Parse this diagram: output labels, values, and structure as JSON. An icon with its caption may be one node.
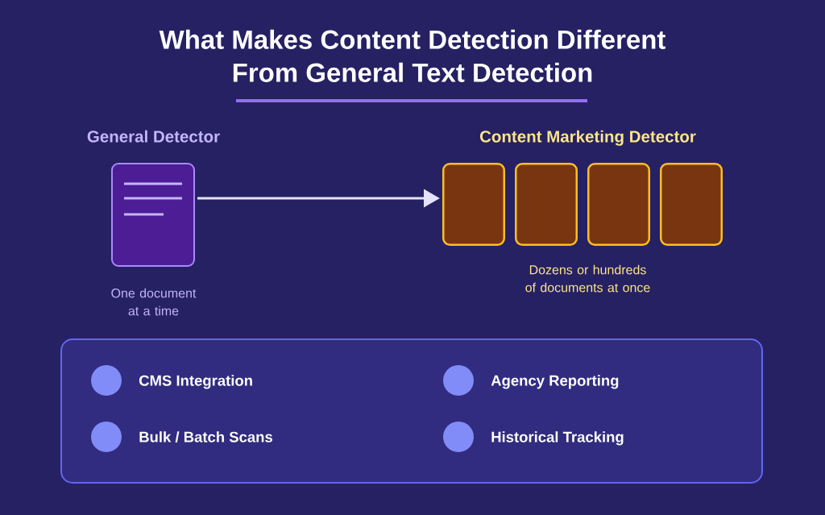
{
  "diagram": {
    "title": "What Makes Content Detection Different From General Text Detection",
    "nodes": [
      {
        "text": [
          "General Detector"
        ],
        "beside": [
          "One document at a time"
        ]
      },
      {
        "text": [],
        "shape": "box"
      },
      {
        "text": [],
        "shape": "box"
      },
      {
        "text": [],
        "shape": "box"
      },
      {
        "text": [],
        "shape": "box"
      },
      {
        "text": [
          "CMS Integration",
          "Agency Reporting",
          "Bulk / Batch Scans",
          "Historical Tracking"
        ]
      }
    ],
    "edges": [
      {
        "from": 0,
        "to": 1,
        "arrow": "to"
      }
    ],
    "labels": [
      "Content Marketing Detector",
      "Dozens or hundreds of documents at once"
    ]
  }
}
